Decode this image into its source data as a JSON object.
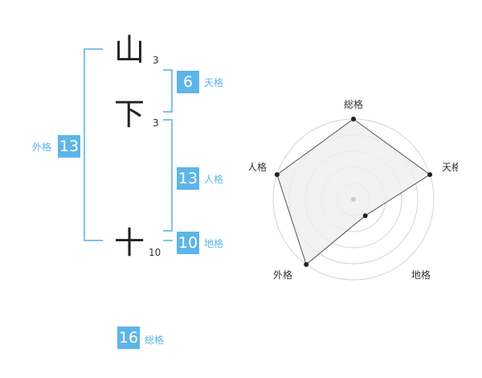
{
  "colors": {
    "accent": "#5db5e8",
    "accent_text": "#5db5e8",
    "bracket": "#7dc3ea",
    "radar_fill": "#efefef",
    "radar_grid": "#d4d4d4",
    "radar_line": "#555555"
  },
  "name": {
    "chars": [
      {
        "char": "山",
        "strokes": "3"
      },
      {
        "char": "下",
        "strokes": "3"
      },
      {
        "char": "十",
        "strokes": "10"
      }
    ]
  },
  "fortune": {
    "tenkaku": {
      "value": "6",
      "label": "天格"
    },
    "jinkaku": {
      "value": "13",
      "label": "人格"
    },
    "chikaku": {
      "value": "10",
      "label": "地格"
    },
    "gaikaku": {
      "value": "13",
      "label": "外格"
    },
    "soukaku": {
      "value": "16",
      "label": "総格"
    }
  },
  "radar": {
    "axes": [
      "総格",
      "天格",
      "地格",
      "外格",
      "人格"
    ],
    "levels": 5,
    "values": [
      1.0,
      1.0,
      0.25,
      1.0,
      1.0
    ]
  }
}
